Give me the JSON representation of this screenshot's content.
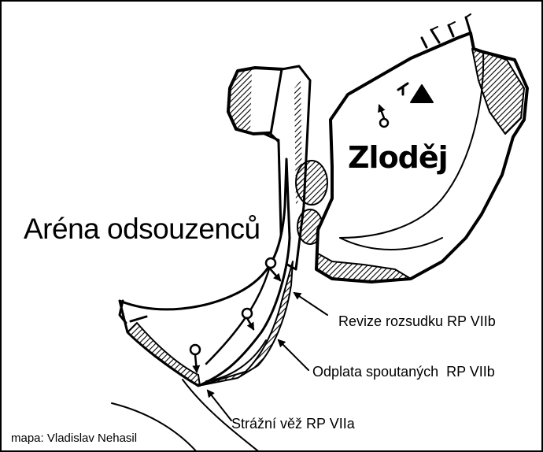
{
  "map": {
    "areas": {
      "arena": "Aréna odsouzenců",
      "thief": "Zloděj"
    },
    "routes": [
      {
        "name": "Revize rozsudku RP VIIb"
      },
      {
        "name": "Odplata spoutaných  RP VIIb"
      },
      {
        "name": "Strážní věž RP VIIa"
      }
    ],
    "credit": "mapa: Vladislav Nehasil",
    "colors": {
      "ink": "#000000",
      "paper": "#ffffff"
    },
    "icons": [
      "summit-triangle-icon",
      "descent-arrow-icon",
      "route-start-circle-icon"
    ]
  }
}
